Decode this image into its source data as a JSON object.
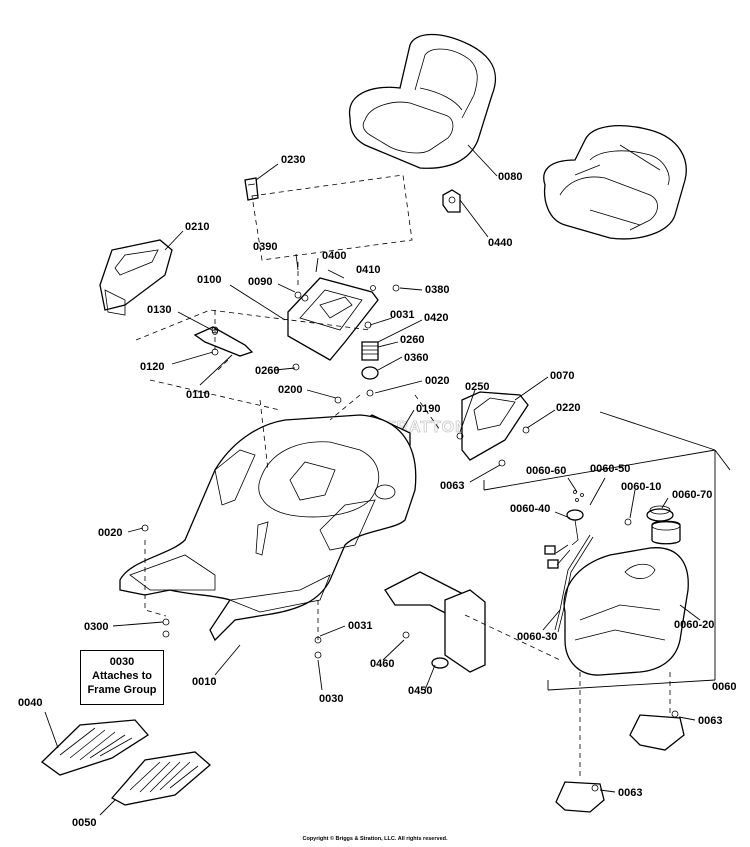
{
  "parts": {
    "p0230": "0230",
    "p0210": "0210",
    "p0390": "0390",
    "p0400": "0400",
    "p0410": "0410",
    "p0090": "0090",
    "p0100": "0100",
    "p0380": "0380",
    "p0130": "0130",
    "p0031a": "0031",
    "p0420": "0420",
    "p0260a": "0260",
    "p0120": "0120",
    "p0360": "0360",
    "p0260b": "0260",
    "p0110": "0110",
    "p0200": "0200",
    "p0020a": "0020",
    "p0190": "0190",
    "p0250": "0250",
    "p0070": "0070",
    "p0220": "0220",
    "p0063a": "0063",
    "p0080": "0080",
    "p0440": "0440",
    "p0060_60": "0060-60",
    "p0060_50": "0060-50",
    "p0060_10": "0060-10",
    "p0060_70": "0060-70",
    "p0060_40": "0060-40",
    "p0020b": "0020",
    "p0300": "0300",
    "p0031b": "0031",
    "p0010": "0010",
    "p0030": "0030",
    "p0460": "0460",
    "p0450": "0450",
    "p0060_30": "0060-30",
    "p0060_20": "0060-20",
    "p0060": "0060",
    "p0040": "0040",
    "p0063b": "0063",
    "p0050": "0050",
    "p0063c": "0063"
  },
  "note": {
    "line1": "0030",
    "line2": "Attaches to",
    "line3": "Frame Group"
  },
  "watermark": "BRIGGS&STRATTON",
  "copyright": "Copyright © Briggs & Stratton, LLC. All rights reserved."
}
